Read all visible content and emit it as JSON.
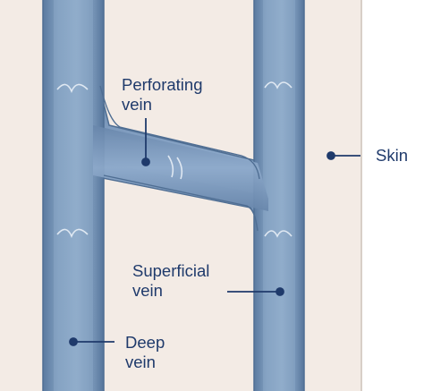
{
  "labels": {
    "perforating": [
      "Perforating",
      "vein"
    ],
    "skin": "Skin",
    "superficial": [
      "Superficial",
      "vein"
    ],
    "deep": [
      "Deep",
      "vein"
    ]
  },
  "colors": {
    "skin": "#f3ebe5",
    "skin_edge": "#d8cfc7",
    "vein_fill": "#7f9dbe",
    "vein_light": "#a9c1da",
    "vein_dark": "#4f6e93",
    "valve": "#dfe8f2",
    "label_text": "#1f3a6b",
    "pointer": "#1f3a6b"
  }
}
